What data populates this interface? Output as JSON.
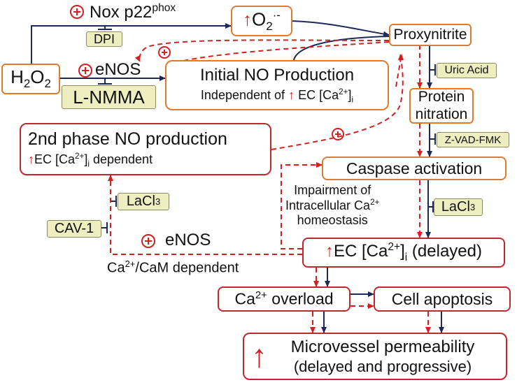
{
  "nodes": {
    "nox": {
      "pre": "Nox p22",
      "sup": "phox"
    },
    "o2": {
      "arrow": "↑",
      "text": "O",
      "sub": "2",
      "sup": "·-"
    },
    "h2o2": {
      "text": "H",
      "sub1": "2",
      "mid": "O",
      "sub2": "2"
    },
    "enos_top": "eNOS",
    "initial_no": {
      "line1": "Initial NO Production",
      "line2": "Independent of",
      "arrow": "↑",
      "line2b": "EC [Ca",
      "sup": "2+",
      "line2c": "]",
      "sub": "i"
    },
    "proxynitrite": "Proxynitrite",
    "protein_nitration": {
      "line1": "Protein",
      "line2": "nitration"
    },
    "second_phase": {
      "line1": "2nd phase NO production",
      "arrow": "↑",
      "line2": "EC [Ca",
      "sup": "2+",
      "line2b": "]",
      "sub": "i",
      "line2c": " dependent"
    },
    "caspase": "Caspase activation",
    "impairment": {
      "line1": "Impairment of",
      "line2": "Intracellular Ca",
      "sup": "2+",
      "line3": "homeostasis"
    },
    "ec_delayed": {
      "arrow": "↑",
      "text": "EC [Ca",
      "sup": "2+",
      "text2": "]",
      "sub": "i",
      "text3": " (delayed)"
    },
    "enos_bottom": "eNOS",
    "cam": {
      "pre": "Ca",
      "sup": "2+",
      "post": "/CaM dependent"
    },
    "ca_overload": {
      "pre": "Ca",
      "sup": "2+",
      "post": " overload"
    },
    "apoptosis": "Cell apoptosis",
    "permeability": {
      "arrow": "↑",
      "line1": "Microvessel permeability",
      "line2": "(delayed and progressive)"
    }
  },
  "inhibitors": {
    "dpi": "DPI",
    "lnmma": "L-NMMA",
    "uric_acid": "Uric Acid",
    "zvad": "Z-VAD-FMK",
    "lacl3_left": {
      "pre": "LaCl",
      "sub": "3"
    },
    "lacl3_right": {
      "pre": "LaCl",
      "sub": "3"
    },
    "cav1": "CAV-1"
  },
  "colors": {
    "navy": "#1c2a5a",
    "red_dashed": "#d42020",
    "orange_border": "#e07b2e",
    "red_border": "#c0282d",
    "inhibitor_fill": "#eeeec0"
  }
}
